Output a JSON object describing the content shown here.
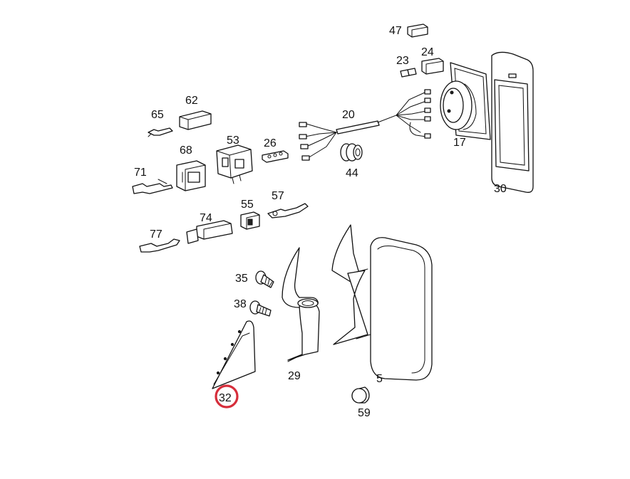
{
  "diagram": {
    "highlight_color": "#d62d3a",
    "highlighted_part": "32",
    "labels": {
      "p47": "47",
      "p23": "23",
      "p24": "24",
      "p62": "62",
      "p65": "65",
      "p20": "20",
      "p53": "53",
      "p68": "68",
      "p26": "26",
      "p17": "17",
      "p71": "71",
      "p44": "44",
      "p30": "30",
      "p55": "55",
      "p57": "57",
      "p74": "74",
      "p77": "77",
      "p35": "35",
      "p38": "38",
      "p29": "29",
      "p5": "5",
      "p32": "32",
      "p59": "59"
    }
  }
}
